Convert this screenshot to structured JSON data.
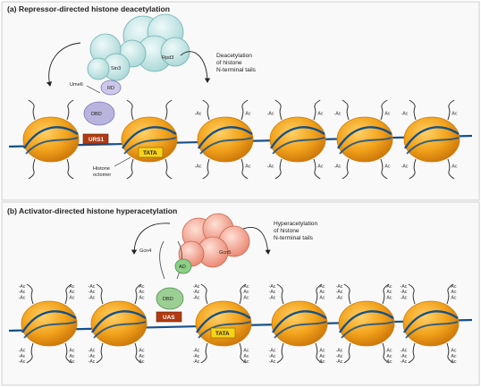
{
  "panel_a": {
    "title": "(a) Repressor-directed histone deacetylation",
    "proteins": {
      "rpd3": "Rpd3",
      "sin3": "Sin3",
      "ume6": "Ume6",
      "rd": "RD",
      "dbd": "DBD"
    },
    "annotation": [
      "Deacetylation",
      "of histone",
      "N-terminal tails"
    ],
    "elements": {
      "urs1": "URS1",
      "tata": "TATA"
    },
    "octamer_label": [
      "Histone",
      "octomer"
    ]
  },
  "panel_b": {
    "title": "(b) Activator-directed histone hyperacetylation",
    "proteins": {
      "gcn5": "Gcn5",
      "gcn4": "Gcn4",
      "ad": "AD",
      "dbd": "DBD"
    },
    "annotation": [
      "Hyperacetylation",
      "of histone",
      "N-terminal tails"
    ],
    "elements": {
      "uas": "UAS",
      "tata": "TATA"
    }
  },
  "acetyl_label": "Ac",
  "colors": {
    "nucleosome": "#f2a31c",
    "nucleosome_shade": "#cf7a0a",
    "dna": "#15508a",
    "deacetylase": "#bfe3e3",
    "acetylase": "#f2a08c",
    "dbd": "#b9b4dd",
    "dbd_b": "#9ccf94",
    "ad": "#8ccf86",
    "element_box": "#b23a12",
    "tata_box": "#f7d21a"
  }
}
